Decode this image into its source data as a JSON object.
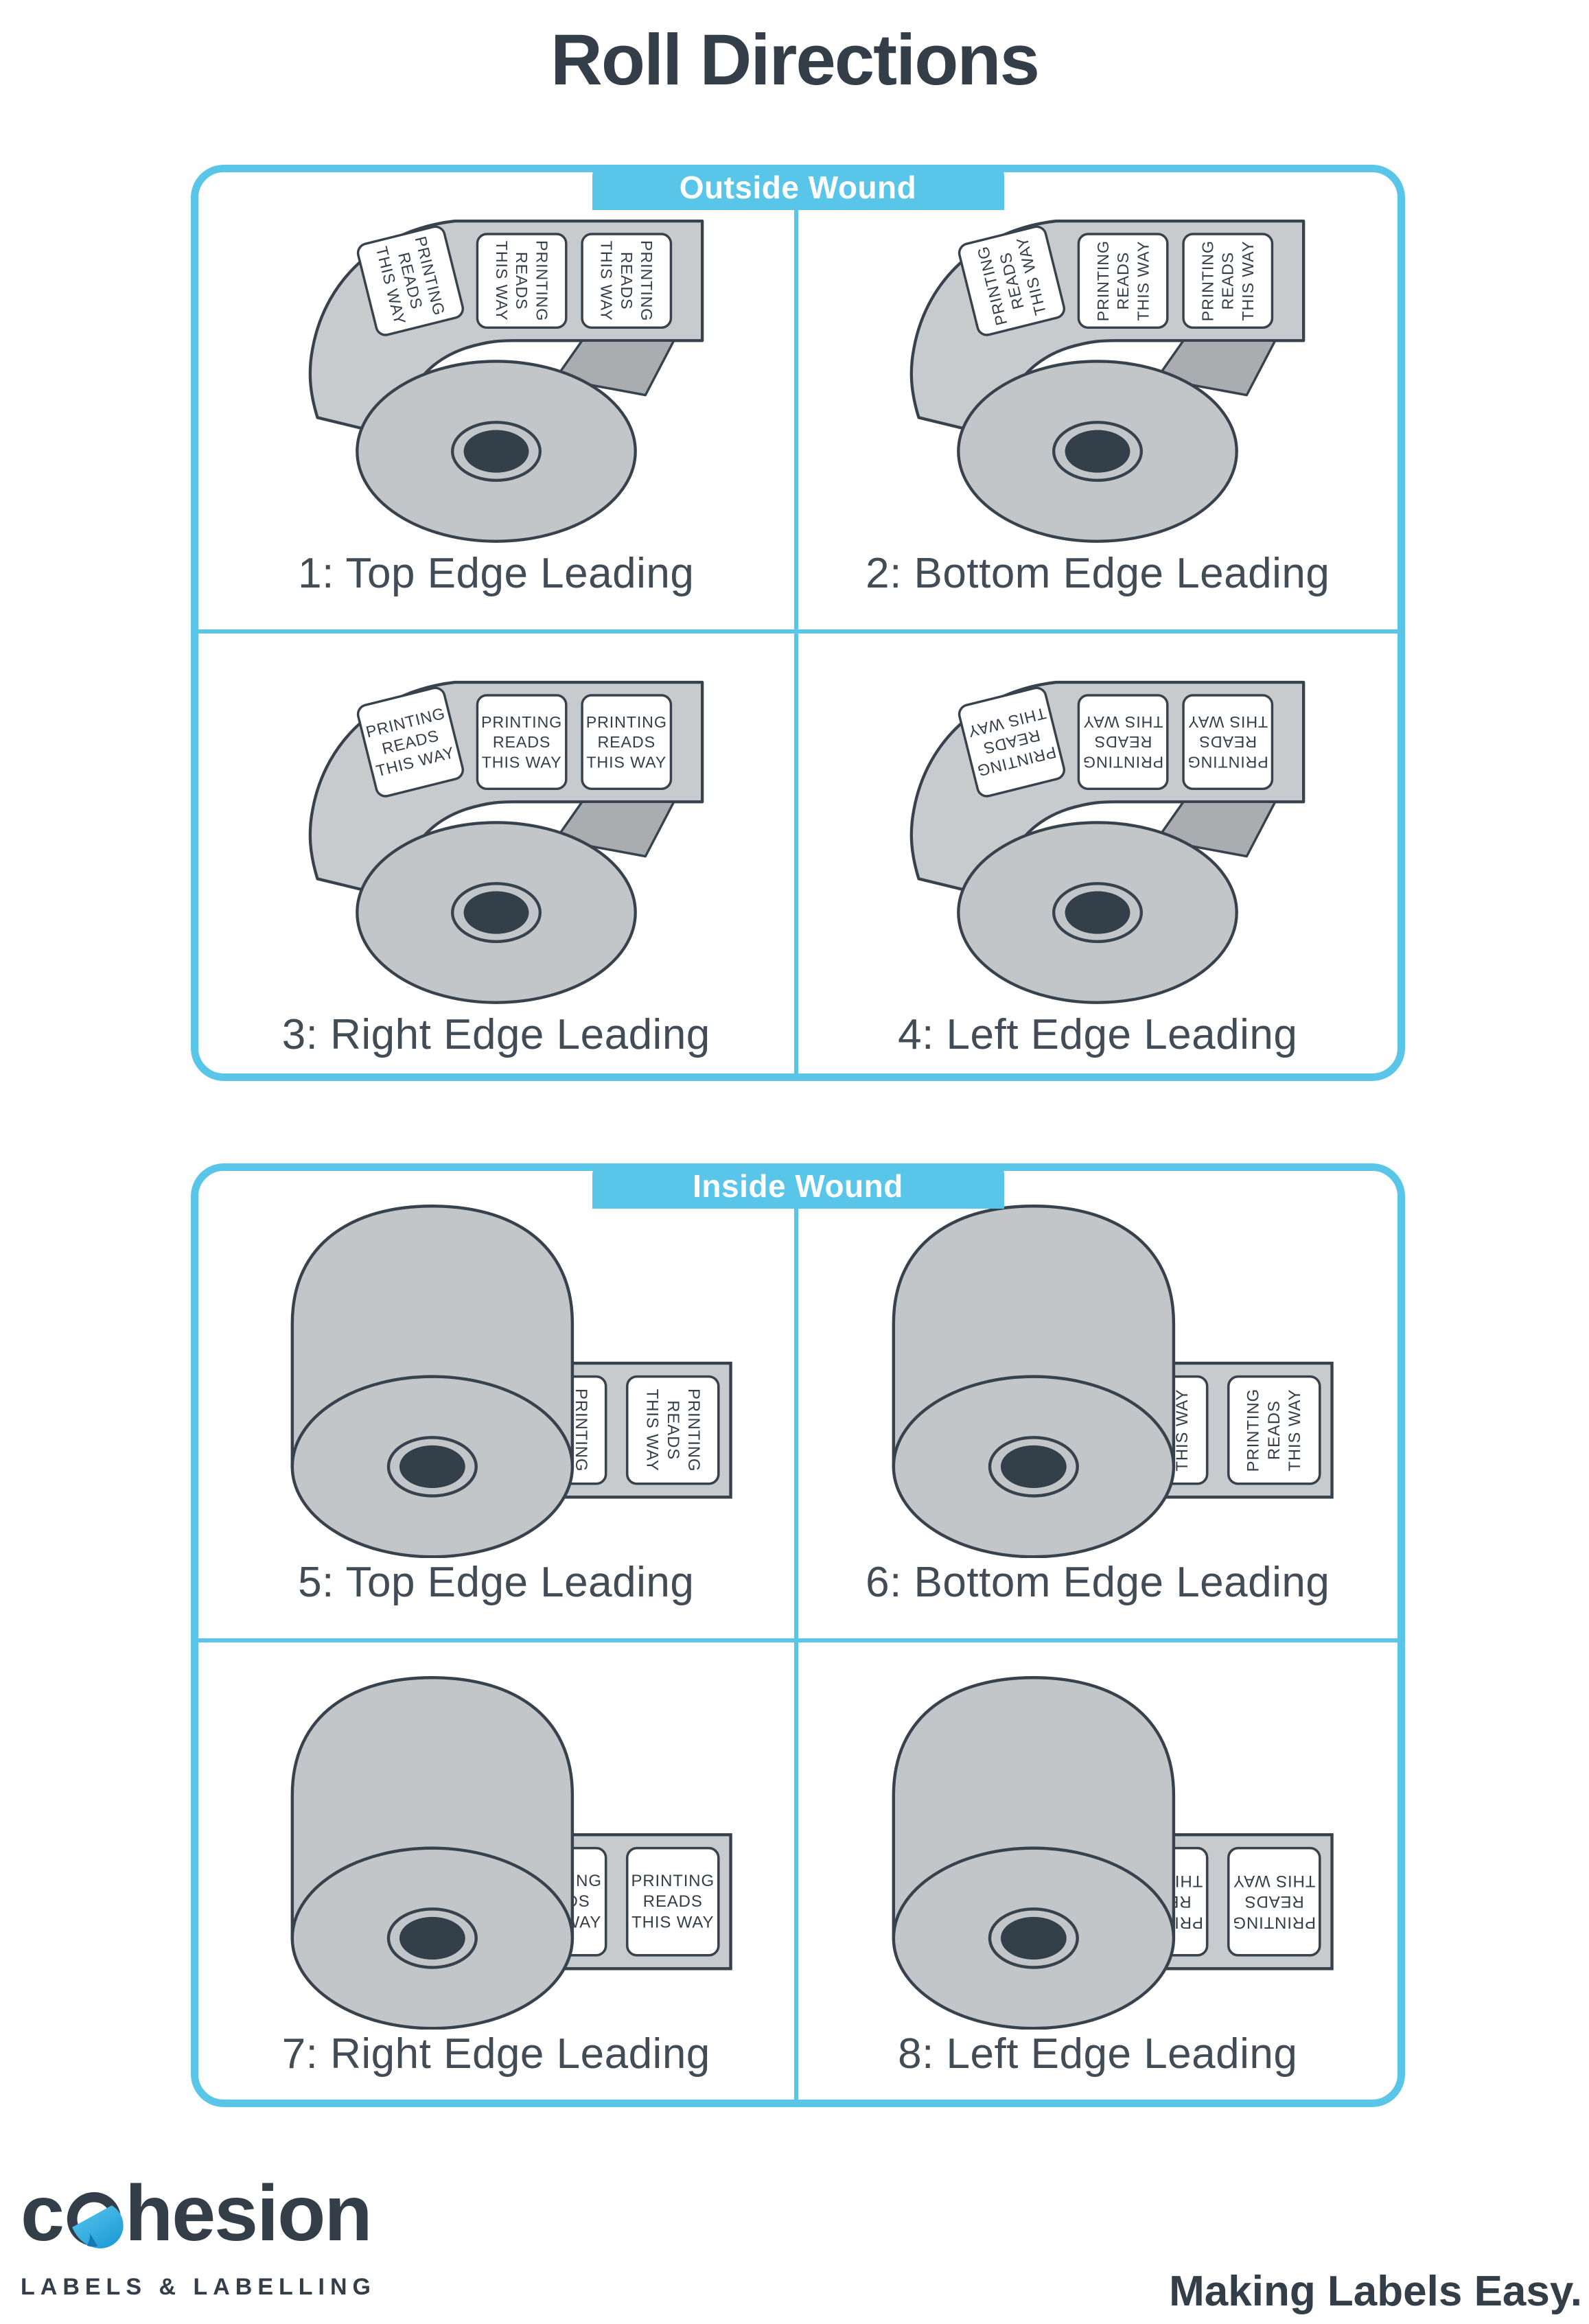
{
  "title": "Roll Directions",
  "label_lines": [
    "PRINTING",
    "READS",
    "THIS WAY"
  ],
  "colors": {
    "accent_cyan": "#59c6e9",
    "outline_dark": "#37424c",
    "title_dark": "#333e48",
    "caption": "#414c56",
    "roll_grey": "#c2c6c8",
    "liner_grey": "#c7cbcd",
    "wedge_grey": "#a9adb0",
    "core_dark": "#333f49",
    "label_white": "#ffffff",
    "logo_blue_light": "#5bc8ee",
    "logo_blue_deep": "#1e9ad6"
  },
  "sections": [
    {
      "badge": "Outside Wound",
      "wound": "outside",
      "quadrants": [
        {
          "caption": "1: Top Edge Leading",
          "rotation": 90
        },
        {
          "caption": "2: Bottom Edge Leading",
          "rotation": -90
        },
        {
          "caption": "3: Right Edge Leading",
          "rotation": 0
        },
        {
          "caption": "4: Left Edge Leading",
          "rotation": 180
        }
      ]
    },
    {
      "badge": "Inside Wound",
      "wound": "inside",
      "quadrants": [
        {
          "caption": "5: Top Edge Leading",
          "rotation": 90
        },
        {
          "caption": "6: Bottom Edge Leading",
          "rotation": -90
        },
        {
          "caption": "7: Right Edge Leading",
          "rotation": 0
        },
        {
          "caption": "8: Left Edge Leading",
          "rotation": 180
        }
      ]
    }
  ],
  "footer": {
    "logo_word_start": "c",
    "logo_word_end": "hesion",
    "logo_sub": "LABELS & LABELLING",
    "tagline": "Making Labels Easy."
  }
}
